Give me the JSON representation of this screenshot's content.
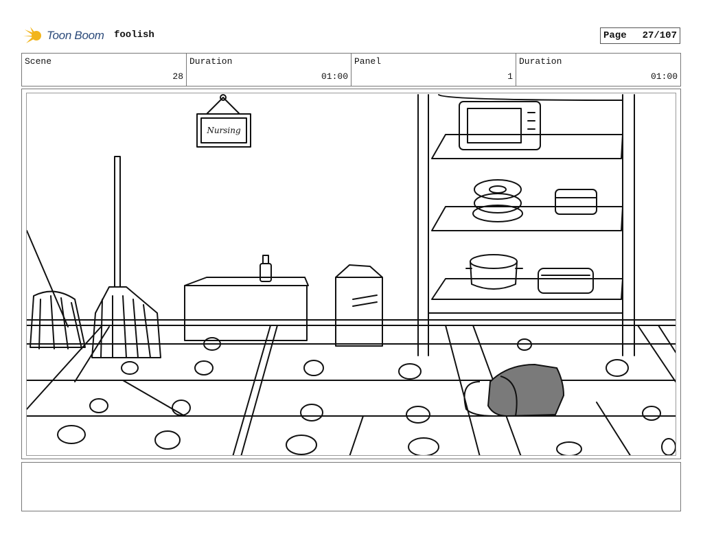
{
  "header": {
    "brand": "Toon Boom",
    "logo_icon": "toon-boom-star-icon",
    "project_name": "foolish",
    "page_label": "Page",
    "page_number": "27/107"
  },
  "info": {
    "scene_label": "Scene",
    "scene_value": "28",
    "duration_label": "Duration",
    "duration_value": "01:00",
    "panel_label": "Panel",
    "panel_value": "1",
    "panel_duration_label": "Duration",
    "panel_duration_value": "01:00"
  },
  "panel": {
    "sign_text": "Nursing",
    "description": ""
  },
  "colors": {
    "brand_blue": "#2b4a7a",
    "logo_yellow": "#f2b51c",
    "bag_gray": "#7a7a7a"
  }
}
